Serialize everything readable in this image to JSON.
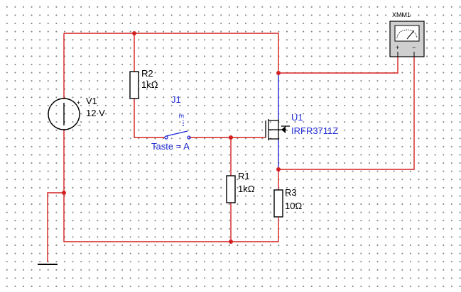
{
  "components": {
    "v1": {
      "ref": "V1",
      "value": "12 V",
      "plus": "+",
      "minus": "−"
    },
    "r2": {
      "ref": "R2",
      "value": "1kΩ"
    },
    "r1": {
      "ref": "R1",
      "value": "1kΩ"
    },
    "r3": {
      "ref": "R3",
      "value": "10Ω"
    },
    "j1": {
      "ref": "J1",
      "key": "Taste = A",
      "mark": "E"
    },
    "u1": {
      "ref": "U1",
      "value": "IRFR3711Z"
    },
    "xmm1": {
      "ref": "XMM1",
      "plus": "+",
      "minus": "−"
    }
  },
  "colors": {
    "wire_red": "#d42020",
    "wire_blue": "#1f2bd6",
    "component_black": "#000000"
  }
}
